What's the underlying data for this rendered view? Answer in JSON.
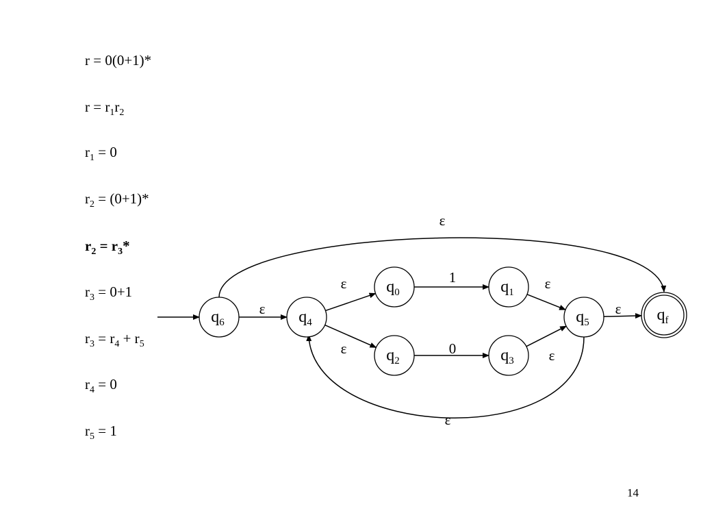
{
  "equations": [
    {
      "id": "eq-r",
      "bold": false,
      "parts": [
        {
          "t": "r = 0(0+1)*"
        }
      ]
    },
    {
      "id": "eq-r-concat",
      "bold": false,
      "parts": [
        {
          "t": "r = r"
        },
        {
          "sub": "1"
        },
        {
          "t": "r"
        },
        {
          "sub": "2"
        }
      ]
    },
    {
      "id": "eq-r1",
      "bold": false,
      "parts": [
        {
          "t": "r"
        },
        {
          "sub": "1"
        },
        {
          "t": " = 0"
        }
      ]
    },
    {
      "id": "eq-r2",
      "bold": false,
      "parts": [
        {
          "t": "r"
        },
        {
          "sub": "2"
        },
        {
          "t": " = (0+1)*"
        }
      ]
    },
    {
      "id": "eq-r2-star",
      "bold": true,
      "parts": [
        {
          "t": "r"
        },
        {
          "sub": "2"
        },
        {
          "t": " = r"
        },
        {
          "sub": "3"
        },
        {
          "t": "*"
        }
      ]
    },
    {
      "id": "eq-r3",
      "bold": false,
      "parts": [
        {
          "t": "r"
        },
        {
          "sub": "3"
        },
        {
          "t": " = 0+1"
        }
      ]
    },
    {
      "id": "eq-r3-union",
      "bold": false,
      "parts": [
        {
          "t": "r"
        },
        {
          "sub": "3"
        },
        {
          "t": " = r"
        },
        {
          "sub": "4"
        },
        {
          "t": " + r"
        },
        {
          "sub": "5"
        }
      ]
    },
    {
      "id": "eq-r4",
      "bold": false,
      "parts": [
        {
          "t": "r"
        },
        {
          "sub": "4"
        },
        {
          "t": " = 0"
        }
      ]
    },
    {
      "id": "eq-r5",
      "bold": false,
      "parts": [
        {
          "t": "r"
        },
        {
          "sub": "5"
        },
        {
          "t": " = 1"
        }
      ]
    }
  ],
  "states": [
    {
      "id": "q6",
      "base": "q",
      "sub": "6",
      "accepting": false
    },
    {
      "id": "q4",
      "base": "q",
      "sub": "4",
      "accepting": false
    },
    {
      "id": "q0",
      "base": "q",
      "sub": "0",
      "accepting": false
    },
    {
      "id": "q1",
      "base": "q",
      "sub": "1",
      "accepting": false
    },
    {
      "id": "q2",
      "base": "q",
      "sub": "2",
      "accepting": false
    },
    {
      "id": "q3",
      "base": "q",
      "sub": "3",
      "accepting": false
    },
    {
      "id": "q5",
      "base": "q",
      "sub": "5",
      "accepting": false
    },
    {
      "id": "qf",
      "base": "q",
      "sub": "f",
      "accepting": true
    }
  ],
  "start_state": "q6",
  "transitions": [
    {
      "id": "t-q6-q4",
      "from": "q6",
      "to": "q4",
      "label": "ε"
    },
    {
      "id": "t-q4-q0",
      "from": "q4",
      "to": "q0",
      "label": "ε"
    },
    {
      "id": "t-q4-q2",
      "from": "q4",
      "to": "q2",
      "label": "ε"
    },
    {
      "id": "t-q0-q1",
      "from": "q0",
      "to": "q1",
      "label": "1"
    },
    {
      "id": "t-q2-q3",
      "from": "q2",
      "to": "q3",
      "label": "0"
    },
    {
      "id": "t-q1-q5",
      "from": "q1",
      "to": "q5",
      "label": "ε"
    },
    {
      "id": "t-q3-q5",
      "from": "q3",
      "to": "q5",
      "label": "ε"
    },
    {
      "id": "t-q5-qf",
      "from": "q5",
      "to": "qf",
      "label": "ε"
    },
    {
      "id": "t-q6-qf",
      "from": "q6",
      "to": "qf",
      "label": "ε"
    },
    {
      "id": "t-q5-q4",
      "from": "q5",
      "to": "q4",
      "label": "ε"
    }
  ],
  "page_number": "14",
  "colors": {
    "ink": "#000000",
    "background": "#ffffff"
  }
}
